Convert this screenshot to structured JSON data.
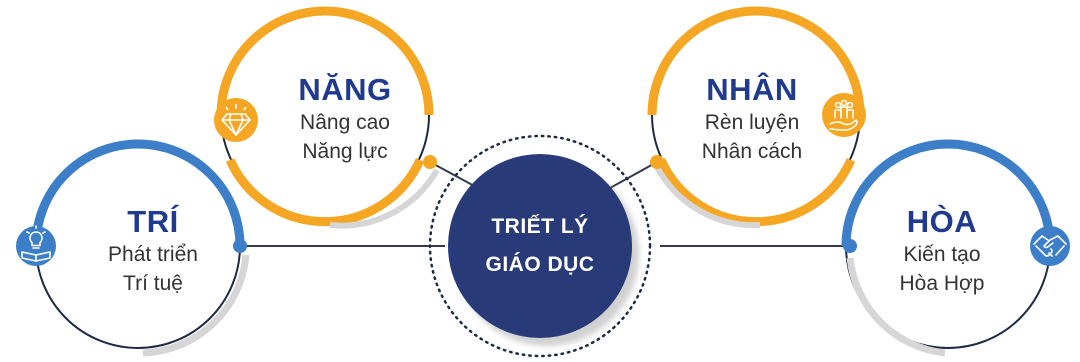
{
  "center": {
    "line1": "TRIẾT LÝ",
    "line2": "GIÁO DỤC"
  },
  "pillars": [
    {
      "title": "TRÍ",
      "line1": "Phát triển",
      "line2": "Trí tuệ",
      "icon": "book-lightbulb-icon",
      "color": "#3d7ec8"
    },
    {
      "title": "NĂNG",
      "line1": "Nâng cao",
      "line2": "Năng lực",
      "icon": "diamond-icon",
      "color": "#f5a623"
    },
    {
      "title": "NHÂN",
      "line1": "Rèn luyện",
      "line2": "Nhân cách",
      "icon": "people-hand-icon",
      "color": "#f5a623"
    },
    {
      "title": "HÒA",
      "line1": "Kiến tạo",
      "line2": "Hòa Hợp",
      "icon": "handshake-icon",
      "color": "#3d7ec8"
    }
  ],
  "colors": {
    "blue": "#3d7ec8",
    "orange": "#f5a623",
    "navy": "#283a78",
    "title": "#1f3a8f"
  }
}
